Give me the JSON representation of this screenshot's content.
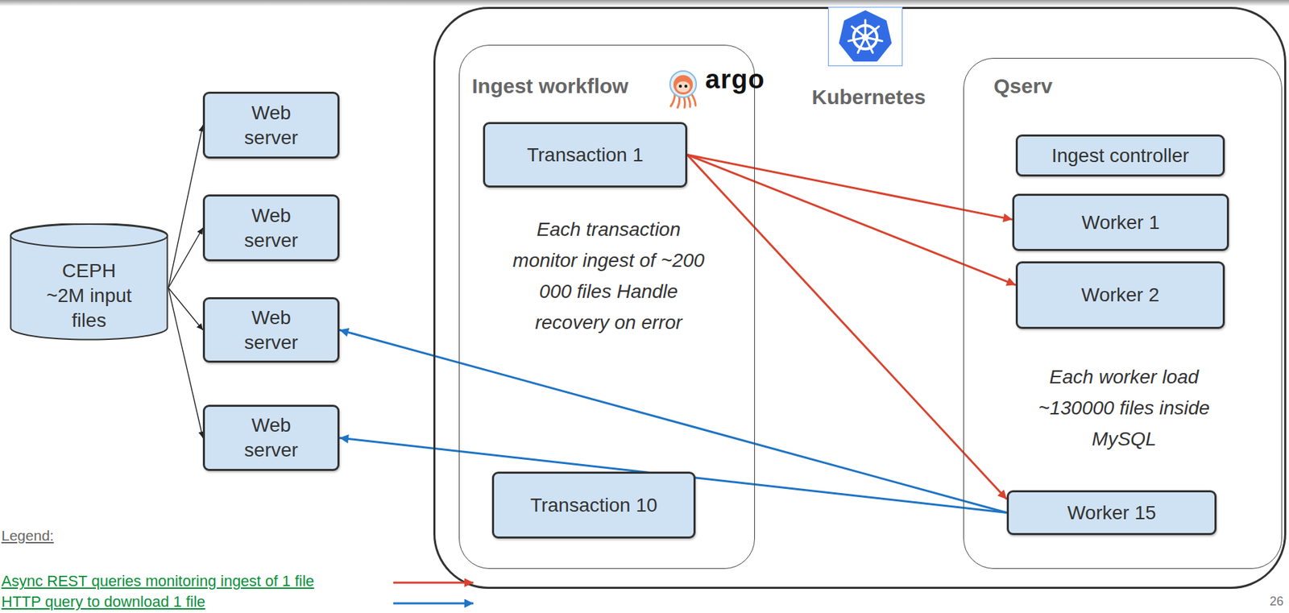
{
  "diagram": {
    "nodes": [
      {
        "text": [
          "CEPH ~2M input files"
        ]
      },
      {
        "text": [
          "Web server"
        ]
      },
      {
        "text": [
          "Web server"
        ]
      },
      {
        "text": [
          "Web server"
        ]
      },
      {
        "text": [
          "Web server"
        ]
      },
      {
        "text": [
          "Kubernetes"
        ]
      },
      {
        "text": [
          "Ingest workflow",
          "argo",
          "Each transaction monitor ingest of ~200 000 files Handle recovery on error"
        ],
        "in": 5
      },
      {
        "text": [
          "Transaction 1"
        ],
        "in": 6
      },
      {
        "text": [
          "Transaction 10"
        ],
        "in": 6
      },
      {
        "text": [
          "Qserv",
          "Each worker load ~130000 files inside MySQL"
        ],
        "in": 5
      },
      {
        "text": [
          "Ingest controller"
        ],
        "in": 9
      },
      {
        "text": [
          "Worker 1"
        ],
        "in": 9
      },
      {
        "text": [
          "Worker 2"
        ],
        "in": 9
      },
      {
        "text": [
          "Worker 15"
        ],
        "in": 9
      }
    ],
    "edges": [
      {
        "from": 0,
        "to": 1,
        "arrow": "to"
      },
      {
        "from": 0,
        "to": 2,
        "arrow": "to"
      },
      {
        "from": 0,
        "to": 3,
        "arrow": "to"
      },
      {
        "from": 0,
        "to": 4,
        "arrow": "to"
      },
      {
        "from": 7,
        "to": 11,
        "arrow": "to"
      },
      {
        "from": 7,
        "to": 12,
        "arrow": "to"
      },
      {
        "from": 7,
        "to": 13,
        "arrow": "to"
      },
      {
        "from": 13,
        "to": 3,
        "arrow": "to"
      },
      {
        "from": 13,
        "to": 4,
        "arrow": "to"
      }
    ],
    "labels": [
      "Legend:",
      "26"
    ],
    "legend": [
      {
        "text": "Async REST queries monitoring ingest of 1 file"
      },
      {
        "text": "HTTP query to download 1 file"
      }
    ]
  }
}
